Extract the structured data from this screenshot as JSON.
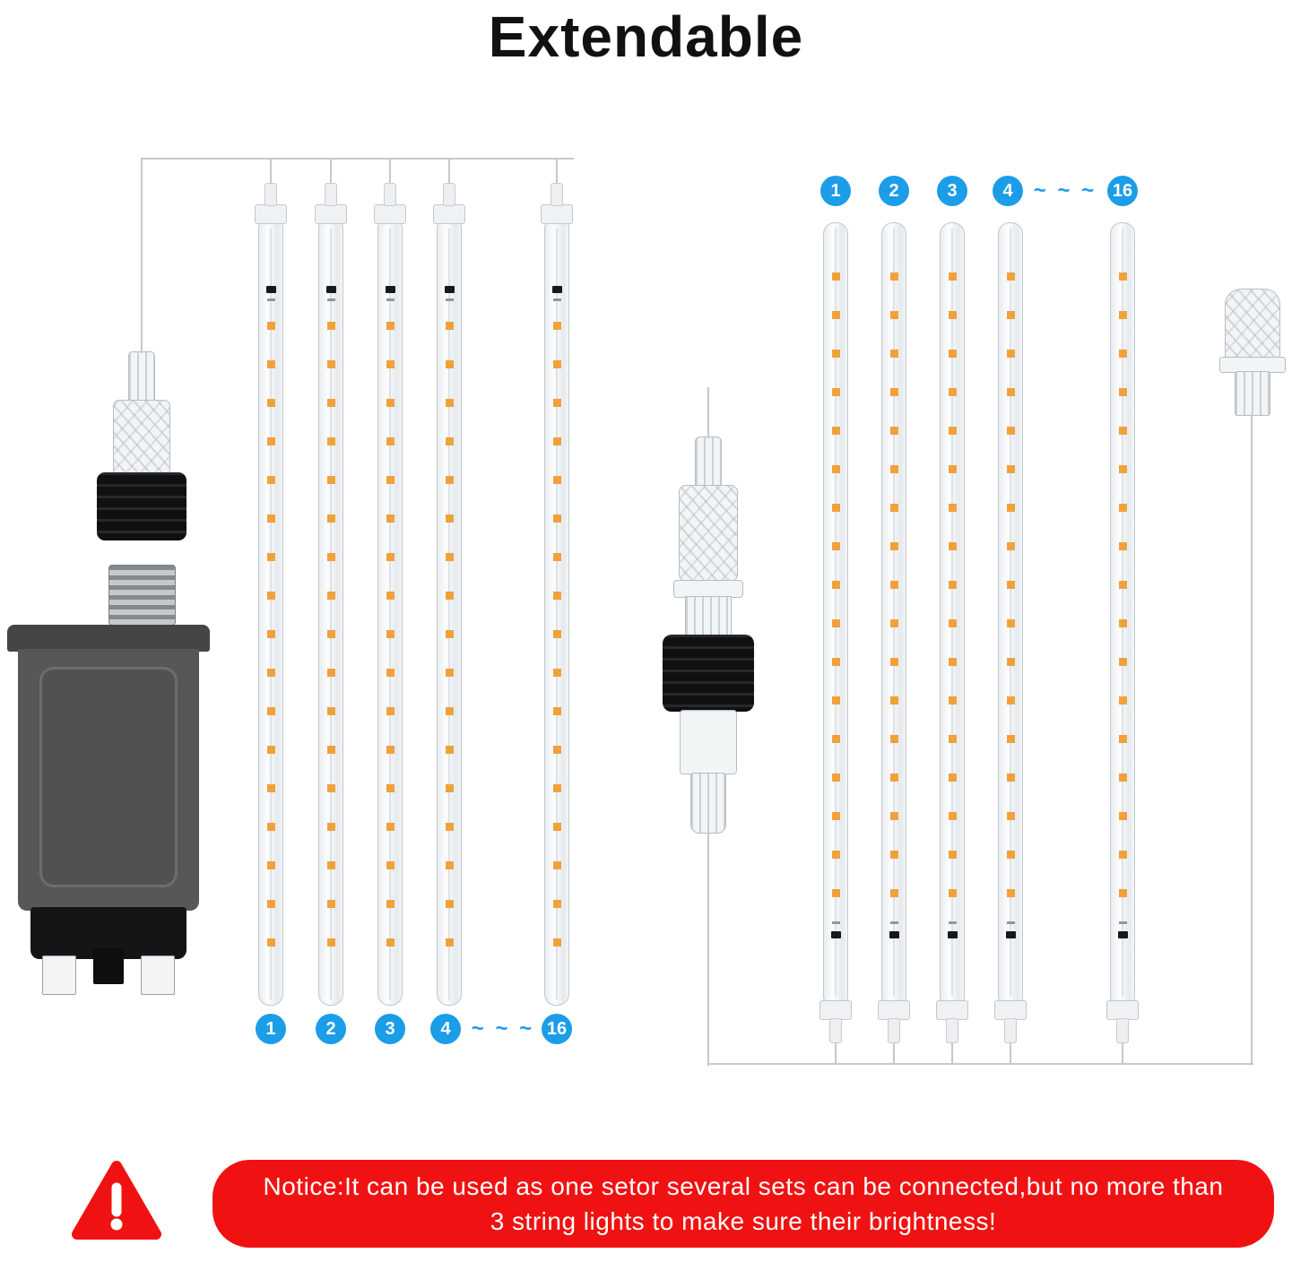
{
  "title": "Extendable",
  "left_group": {
    "labels": [
      "1",
      "2",
      "3",
      "4",
      "16"
    ],
    "separator": "~ ~ ~",
    "tubes_shown": 5
  },
  "right_group": {
    "labels": [
      "1",
      "2",
      "3",
      "4",
      "16"
    ],
    "separator": "~ ~ ~",
    "tubes_shown": 5
  },
  "notice": {
    "line1": "Notice:It can be used as one setor several sets can be connected,but no more than",
    "line2": "3 string lights to make sure their brightness!"
  },
  "colors": {
    "accent_blue": "#1b9de8",
    "notice_red": "#f01212",
    "led_orange": "#f1a13b",
    "wire_gray": "#c6c8ca"
  }
}
